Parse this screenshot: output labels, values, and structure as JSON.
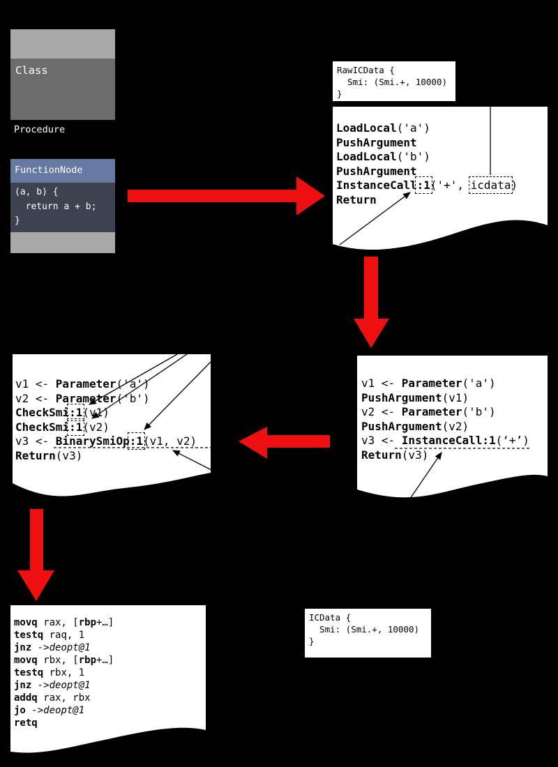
{
  "colors": {
    "background": "#000000",
    "paper": "#ffffff",
    "ink": "#000000",
    "accent_red": "#ee1010",
    "class_gray": "#6c6c6c",
    "light_gray": "#a8a8a8",
    "node_header_blue": "#6579a2",
    "node_body_dark": "#3d4250",
    "label_text": "#ffffff"
  },
  "source": {
    "class_label": "Class",
    "procedure_label": "Procedure",
    "function_node_label": "FunctionNode",
    "code": [
      "(a, b) {",
      "  return a + b;",
      "}"
    ]
  },
  "raw_icdata": [
    "RawICData {",
    "  Smi: (Smi.+, 10000)",
    "}"
  ],
  "icdata": [
    "ICData {",
    "  Smi: (Smi.+, 10000)",
    "}"
  ],
  "bytecode": [
    [
      {
        "t": "LoadLocal",
        "b": true
      },
      {
        "t": "('a')"
      }
    ],
    [
      {
        "t": "PushArgument",
        "b": true
      }
    ],
    [
      {
        "t": "LoadLocal",
        "b": true
      },
      {
        "t": "('b')"
      }
    ],
    [
      {
        "t": "PushArgument",
        "b": true
      }
    ],
    [
      {
        "t": "InstanceCall",
        "b": true
      },
      {
        "t": ":1",
        "b": true,
        "d": true
      },
      {
        "t": "('+', "
      },
      {
        "t": "icdata",
        "d": true
      },
      {
        "t": ")"
      }
    ],
    [
      {
        "t": "Return",
        "b": true
      }
    ]
  ],
  "unoptimized_il": [
    [
      {
        "t": "v1 <- "
      },
      {
        "t": "Parameter",
        "b": true
      },
      {
        "t": "('a')"
      }
    ],
    [
      {
        "t": "PushArgument",
        "b": true
      },
      {
        "t": "(v1)"
      }
    ],
    [
      {
        "t": "v2 <- "
      },
      {
        "t": "Parameter",
        "b": true
      },
      {
        "t": "('b')"
      }
    ],
    [
      {
        "t": "PushArgument",
        "b": true
      },
      {
        "t": "(v2)"
      }
    ],
    [
      {
        "t": "v3 <- "
      },
      {
        "t": "InstanceCall:1",
        "b": true
      },
      {
        "t": "(‘+’)"
      }
    ],
    [
      {
        "t": "Return",
        "b": true
      },
      {
        "t": "(v3)"
      }
    ]
  ],
  "optimized_il": [
    [
      {
        "t": "v1 <- "
      },
      {
        "t": "Parameter",
        "b": true
      },
      {
        "t": "('a')"
      }
    ],
    [
      {
        "t": "v2 <- "
      },
      {
        "t": "Parameter",
        "b": true
      },
      {
        "t": "('b')"
      }
    ],
    [
      {
        "t": "CheckSmi",
        "b": true
      },
      {
        "t": ":1",
        "b": true,
        "d": true
      },
      {
        "t": "(v1)"
      }
    ],
    [
      {
        "t": "CheckSmi",
        "b": true
      },
      {
        "t": ":1",
        "b": true,
        "d": true
      },
      {
        "t": "(v2)"
      }
    ],
    [
      {
        "t": "v3 <- "
      },
      {
        "t": "BinarySmiOp",
        "b": true
      },
      {
        "t": ":1",
        "b": true,
        "d": true
      },
      {
        "t": "(v1, v2)"
      }
    ],
    [
      {
        "t": "Return",
        "b": true
      },
      {
        "t": "(v3)"
      }
    ]
  ],
  "machine_code": [
    [
      {
        "t": "movq",
        "b": true
      },
      {
        "t": " rax, ["
      },
      {
        "t": "rbp",
        "b": true
      },
      {
        "t": "+…]"
      }
    ],
    [
      {
        "t": "testq",
        "b": true
      },
      {
        "t": " raq, 1"
      }
    ],
    [
      {
        "t": "jnz",
        "b": true
      },
      {
        "t": " "
      },
      {
        "t": "->deopt@1",
        "i": true
      }
    ],
    [
      {
        "t": "movq",
        "b": true
      },
      {
        "t": " rbx, ["
      },
      {
        "t": "rbp",
        "b": true
      },
      {
        "t": "+…]"
      }
    ],
    [
      {
        "t": "testq",
        "b": true
      },
      {
        "t": " rbx, 1"
      }
    ],
    [
      {
        "t": "jnz",
        "b": true
      },
      {
        "t": " "
      },
      {
        "t": "->deopt@1",
        "i": true
      }
    ],
    [
      {
        "t": "addq",
        "b": true
      },
      {
        "t": " rax, rbx"
      }
    ],
    [
      {
        "t": "jo",
        "b": true
      },
      {
        "t": " "
      },
      {
        "t": "->deopt@1",
        "i": true
      }
    ],
    [
      {
        "t": "retq",
        "b": true
      }
    ]
  ]
}
